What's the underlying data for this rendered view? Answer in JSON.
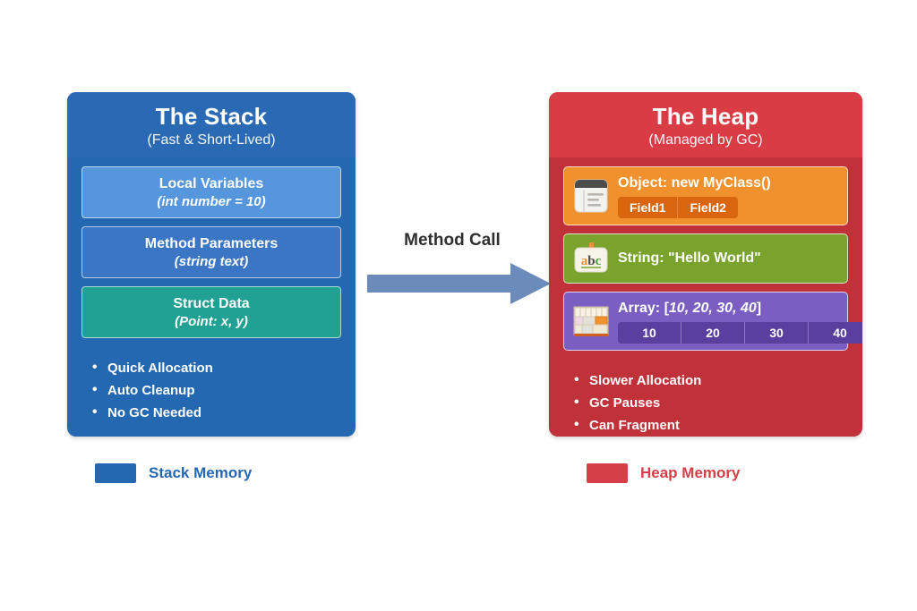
{
  "diagram": {
    "title_semantic": "stack-vs-heap-memory-diagram",
    "background": "#ffffff"
  },
  "stack_panel": {
    "title": "The Stack",
    "subtitle": "(Fast & Short-Lived)",
    "color": "#2568b2",
    "header_color": "#2a6ab5",
    "rows": [
      {
        "title": "Local Variables",
        "sub": "(int number = 10)",
        "color": "#5596dd"
      },
      {
        "title": "Method Parameters",
        "sub": "(string text)",
        "color": "#3b76c4"
      },
      {
        "title": "Struct Data",
        "sub": "(Point: x, y)",
        "color": "#21a193"
      }
    ],
    "bullets": [
      "Quick Allocation",
      "Auto Cleanup",
      "No GC Needed"
    ]
  },
  "heap_panel": {
    "title": "The Heap",
    "subtitle": "(Managed by GC)",
    "color": "#c0313a",
    "header_color": "#d93c44",
    "rows": [
      {
        "icon": "document-icon",
        "title": "Object: new MyClass()",
        "color": "#f0912d",
        "chips": [
          "Field1",
          "Field2"
        ]
      },
      {
        "icon": "abc-board-icon",
        "title": "String: \"Hello World\"",
        "color": "#7aa32e",
        "chips": []
      },
      {
        "icon": "array-grid-icon",
        "title_prefix": "Array: [",
        "title_nums": "10, 20, 30, 40",
        "title_suffix": "]",
        "color": "#7b5ec1",
        "chips": [
          "10",
          "20",
          "30",
          "40"
        ]
      }
    ],
    "bullets": [
      "Slower Allocation",
      "GC Pauses",
      "Can Fragment"
    ]
  },
  "arrow": {
    "label": "Method Call",
    "color": "#6b8cba",
    "label_color": "#2f2f2f",
    "direction": "left-to-right"
  },
  "legend": [
    {
      "label": "Stack Memory",
      "color": "#2568b2"
    },
    {
      "label": "Heap Memory",
      "color": "#d43f48"
    }
  ]
}
